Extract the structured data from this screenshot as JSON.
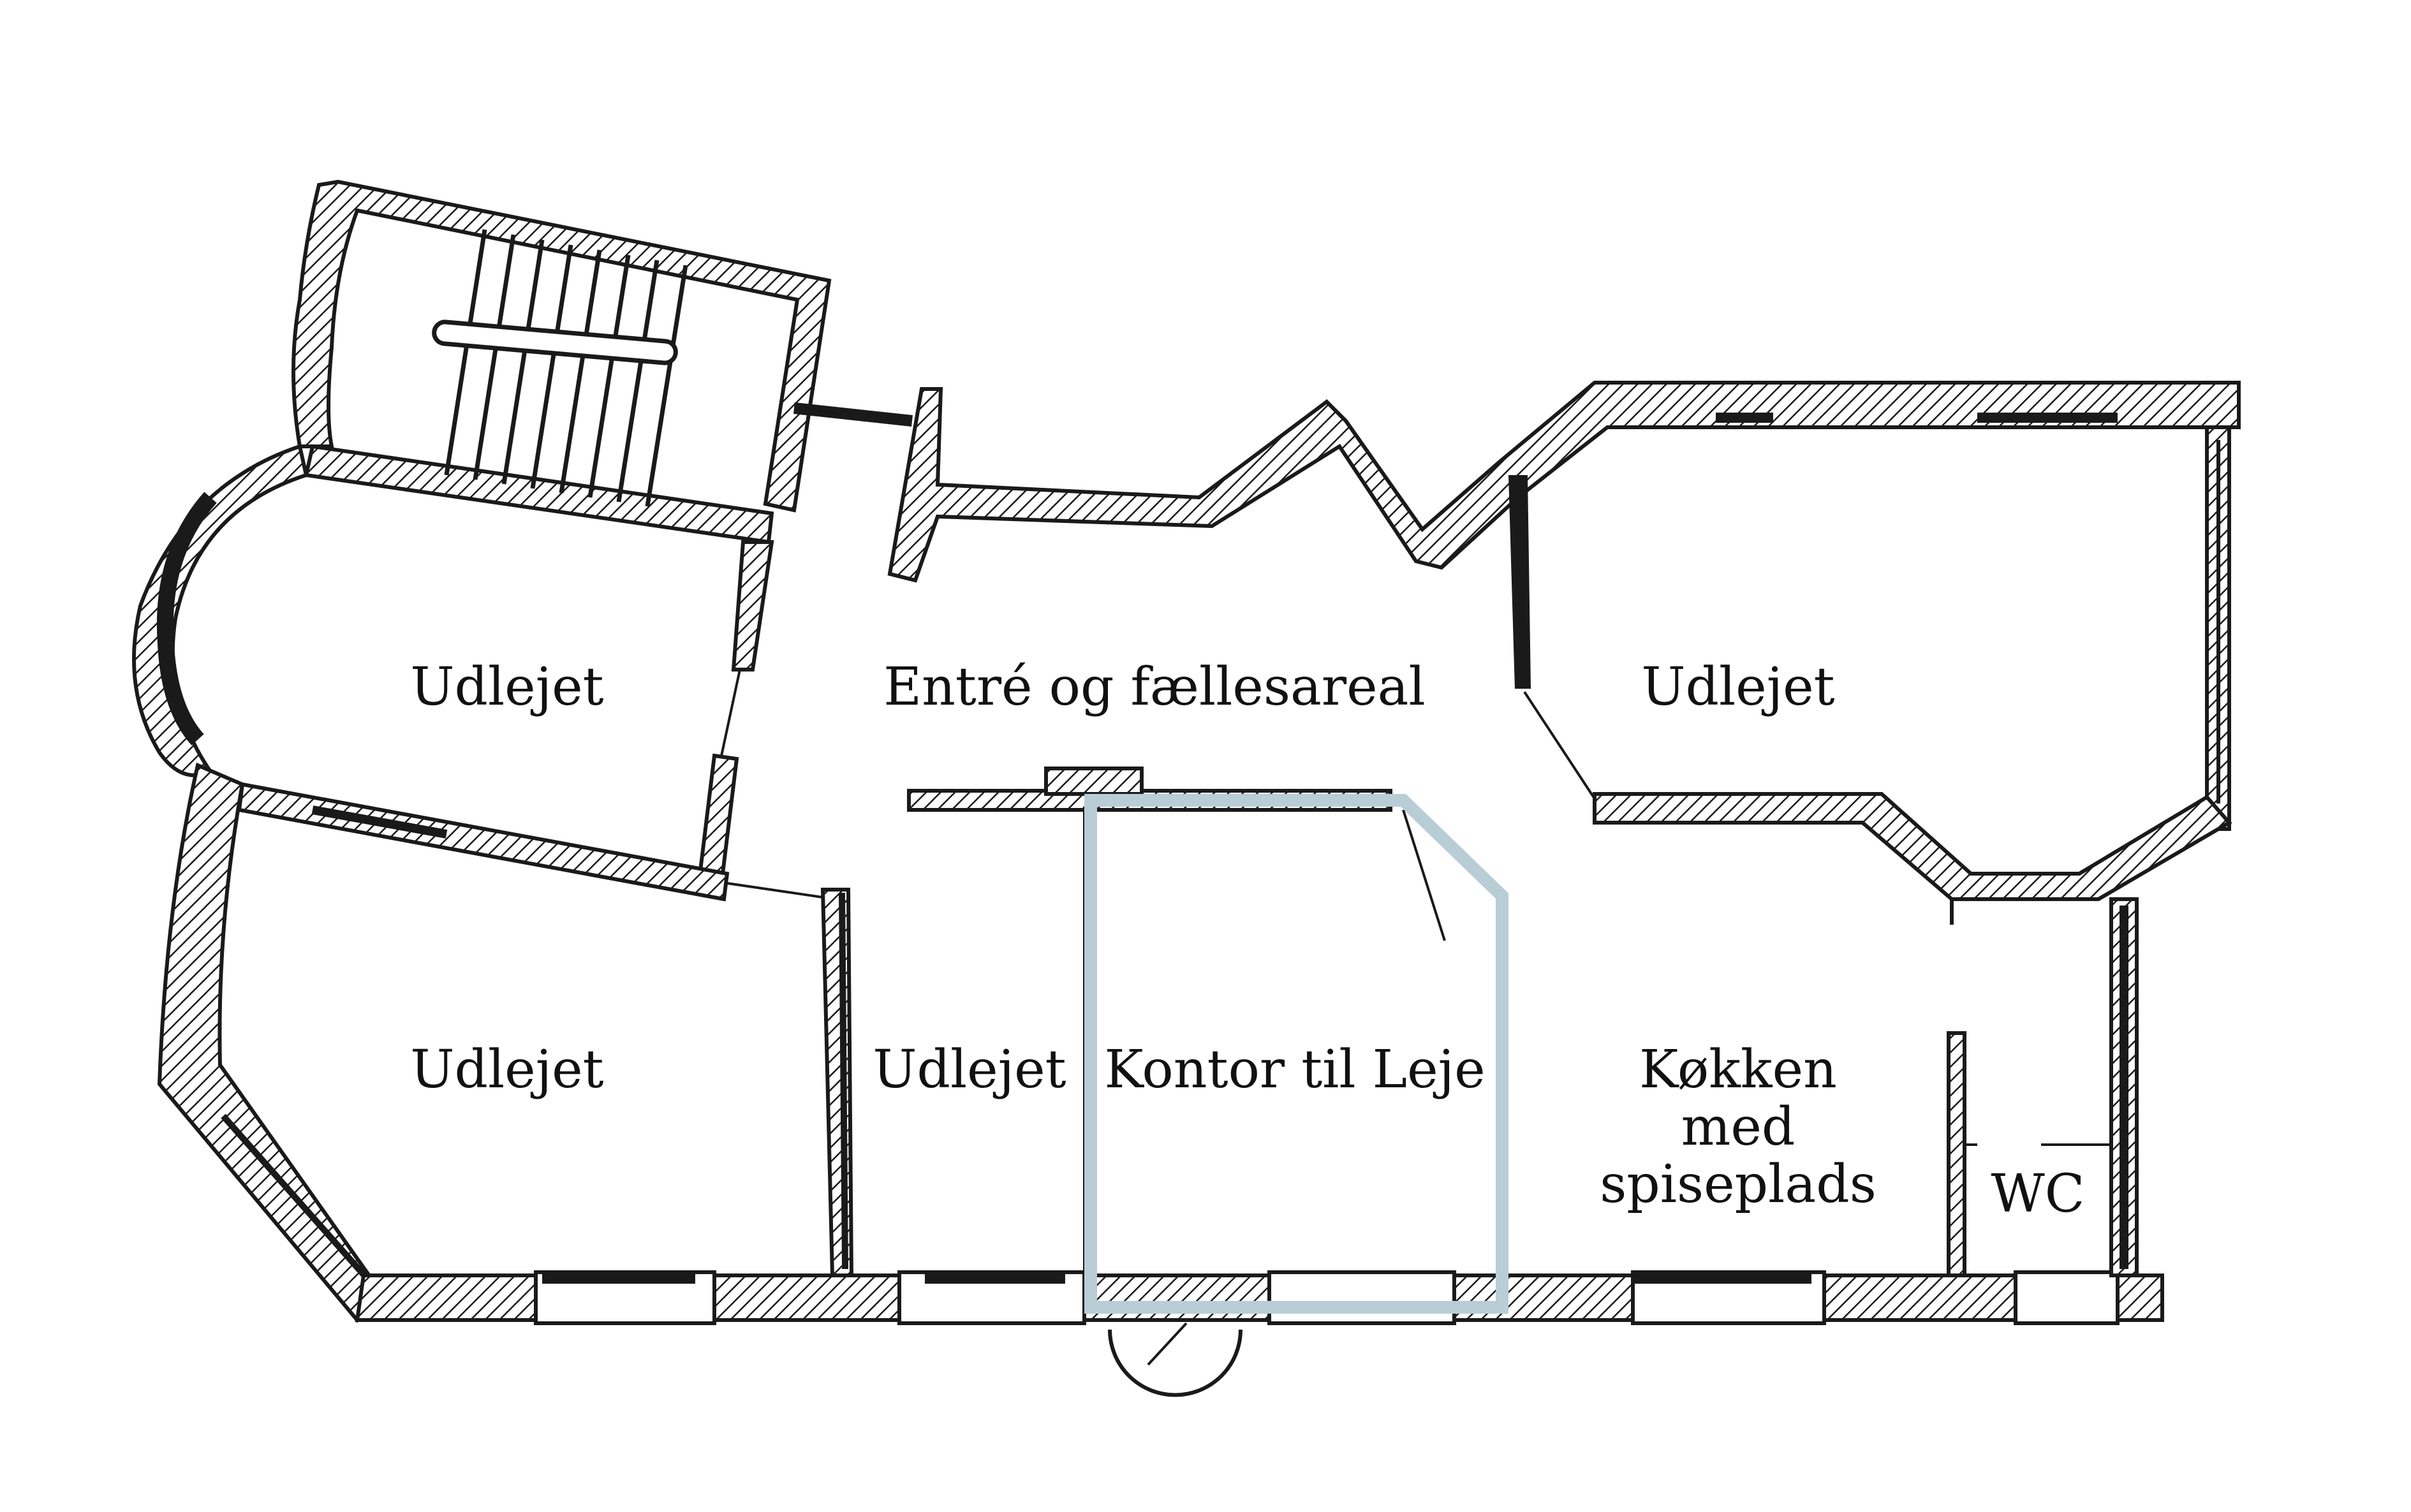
{
  "rooms": {
    "top_left": "Udlejet",
    "entry": "Entré og fællesareal",
    "top_right": "Udlejet",
    "bottom_left": "Udlejet",
    "middle": "Udlejet",
    "office": "Kontor til Leje",
    "kitchen_line1": "Køkken",
    "kitchen_line2": "med",
    "kitchen_line3": "spiseplads",
    "wc": "WC"
  },
  "colors": {
    "wall": "#1a1a1a",
    "highlight": "#b9cdd6",
    "background": "#ffffff"
  }
}
